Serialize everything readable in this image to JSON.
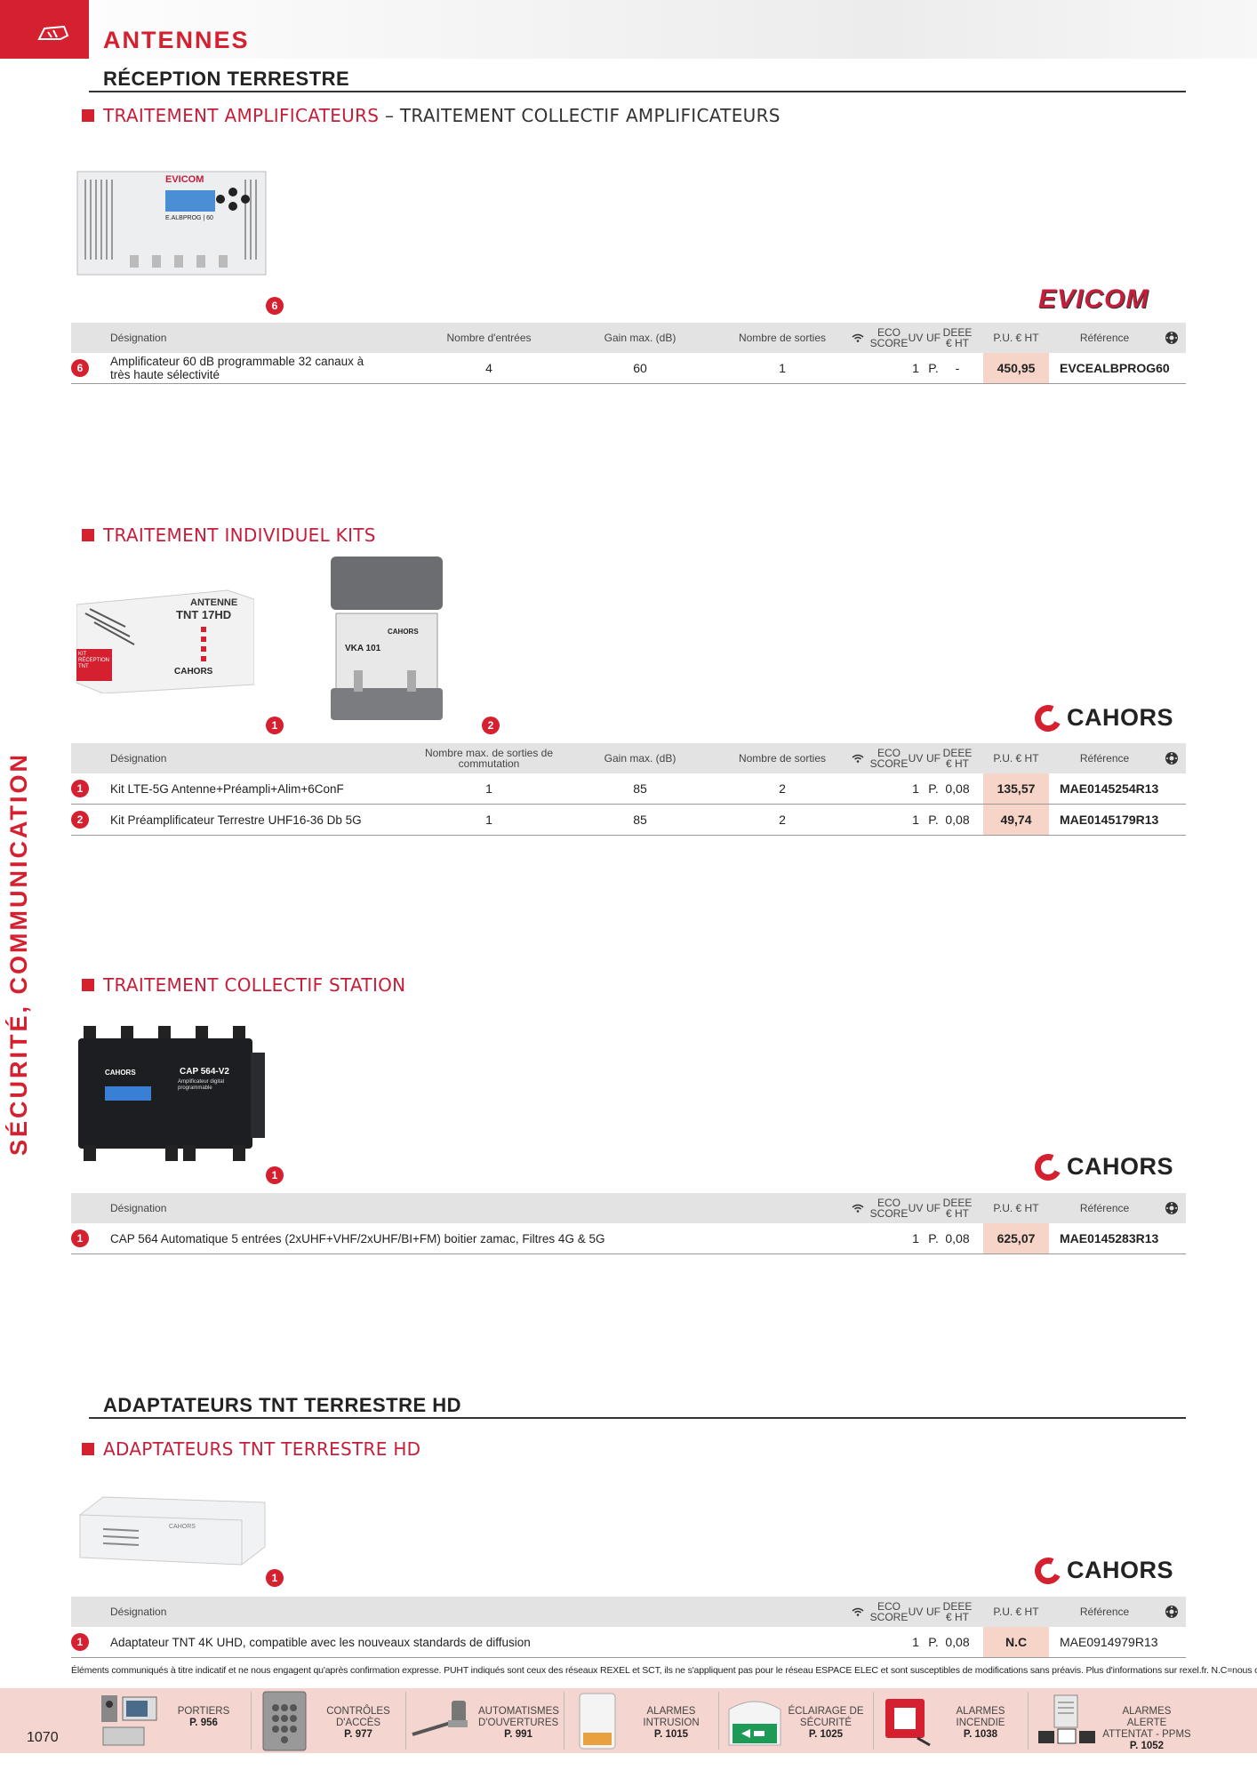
{
  "header": {
    "category": "ANTENNES",
    "side_label": "SÉCURITÉ, COMMUNICATION"
  },
  "sections": {
    "reception": "RÉCEPTION TERRESTRE",
    "adaptateurs": "ADAPTATEURS TNT TERRESTRE HD"
  },
  "subsections": {
    "s1_red": "TRAITEMENT AMPLIFICATEURS",
    "s1_dark": " – TRAITEMENT COLLECTIF AMPLIFICATEURS",
    "s2": "TRAITEMENT INDIVIDUEL KITS",
    "s3": "TRAITEMENT COLLECTIF STATION",
    "s4": "ADAPTATEURS TNT TERRESTRE HD"
  },
  "brands": {
    "evicom": "EVICOM",
    "cahors": "CAHORS"
  },
  "product_labels": {
    "evicom_box": "EVICOM",
    "evicom_model": "E.ALBPROG | 60",
    "kit_title1": "ANTENNE",
    "kit_title2": "TNT 17HD",
    "kit_tag": "KIT RÉCEPTION TNT",
    "vka": "VKA 101",
    "cap_model": "CAP 564-V2",
    "cap_sub": "Amplificateur digital programmable",
    "cahors_small": "CAHORS"
  },
  "columns": {
    "designation": "Désignation",
    "entrees": "Nombre d'entrées",
    "gain": "Gain max. (dB)",
    "sorties": "Nombre de sorties",
    "sorties_comm": "Nombre max. de sorties de commutation",
    "eco": "ECO SCORE",
    "uv": "UV",
    "uf": "UF",
    "deee": "DEEE € HT",
    "pu": "P.U. € HT",
    "reference": "Référence"
  },
  "table1": [
    {
      "num": "6",
      "designation": "Amplificateur 60 dB programmable 32 canaux à très haute sélectivité",
      "entrees": "4",
      "gain": "60",
      "sorties": "1",
      "uv": "1",
      "uf": "P.",
      "deee": "-",
      "pu": "450,95",
      "reference": "EVCEALBPROG60"
    }
  ],
  "table2": [
    {
      "num": "1",
      "designation": "Kit LTE-5G Antenne+Préampli+Alim+6ConF",
      "sorties_comm": "1",
      "gain": "85",
      "sorties": "2",
      "uv": "1",
      "uf": "P.",
      "deee": "0,08",
      "pu": "135,57",
      "reference": "MAE0145254R13"
    },
    {
      "num": "2",
      "designation": "Kit Préamplificateur Terrestre UHF16-36 Db 5G",
      "sorties_comm": "1",
      "gain": "85",
      "sorties": "2",
      "uv": "1",
      "uf": "P.",
      "deee": "0,08",
      "pu": "49,74",
      "reference": "MAE0145179R13"
    }
  ],
  "table3": [
    {
      "num": "1",
      "designation": "CAP 564 Automatique 5 entrées (2xUHF+VHF/2xUHF/BI+FM) boitier zamac, Filtres 4G & 5G",
      "uv": "1",
      "uf": "P.",
      "deee": "0,08",
      "pu": "625,07",
      "reference": "MAE0145283R13"
    }
  ],
  "table4": [
    {
      "num": "1",
      "designation": "Adaptateur TNT 4K UHD, compatible avec les nouveaux standards de diffusion",
      "uv": "1",
      "uf": "P.",
      "deee": "0,08",
      "pu": "N.C",
      "reference": "MAE0914979R13"
    }
  ],
  "image_badges": {
    "t1": "6",
    "t2a": "1",
    "t2b": "2",
    "t3": "1",
    "t4": "1"
  },
  "footer": {
    "note": "Éléments communiqués à titre indicatif et ne nous engagent qu'après confirmation expresse. PUHT indiqués sont ceux des réseaux REXEL et SCT, ils ne s'appliquent pas pour le réseau ESPACE ELEC et sont susceptibles de modifications sans préavis. Plus d'informations sur rexel.fr. N.C=nous consulter.",
    "page": "1070",
    "nav": [
      {
        "label": "PORTIERS",
        "page": "P. 956"
      },
      {
        "label": "CONTRÔLES D'ACCÈS",
        "page": "P. 977"
      },
      {
        "label": "AUTOMATISMES D'OUVERTURES",
        "page": "P. 991"
      },
      {
        "label": "ALARMES INTRUSION",
        "page": "P. 1015"
      },
      {
        "label": "ÉCLAIRAGE DE SÉCURITÉ",
        "page": "P. 1025"
      },
      {
        "label": "ALARMES INCENDIE",
        "page": "P. 1038"
      },
      {
        "label": "ALARMES ALERTE ATTENTAT - PPMS",
        "page": "P. 1052"
      }
    ]
  },
  "colors": {
    "accent": "#d4202f",
    "price_bg": "#f6d4c8",
    "footer_bg": "#f5d5d0",
    "header_gray": "#e3e3e3"
  }
}
